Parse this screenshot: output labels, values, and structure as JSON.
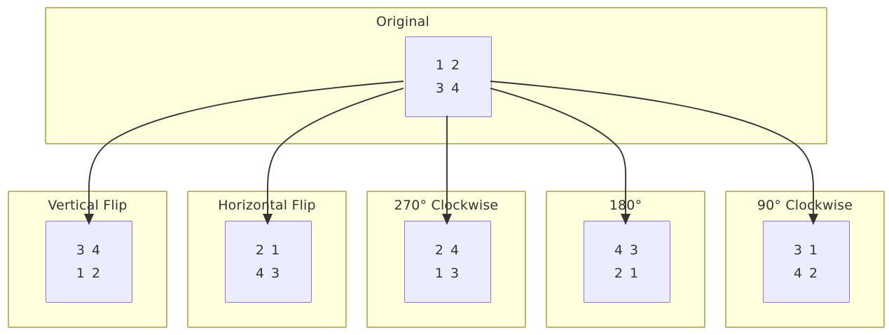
{
  "diagram": {
    "type": "flowchart",
    "title_node": {
      "group_label": "Original",
      "rows": [
        "1 2",
        "3 4"
      ]
    },
    "transforms": [
      {
        "group_label": "Vertical Flip",
        "rows": [
          "3 4",
          "1 2"
        ]
      },
      {
        "group_label": "Horizontal Flip",
        "rows": [
          "2 1",
          "4 3"
        ]
      },
      {
        "group_label": "270° Clockwise",
        "rows": [
          "2 4",
          "1 3"
        ]
      },
      {
        "group_label": "180°",
        "rows": [
          "4 3",
          "2 1"
        ]
      },
      {
        "group_label": "90° Clockwise",
        "rows": [
          "3 1",
          "4 2"
        ]
      }
    ],
    "colors": {
      "subgraph_fill": "#ffffde",
      "subgraph_border": "#bdb76b",
      "node_fill": "#ececff",
      "node_border": "#9370db",
      "text": "#333333",
      "edge": "#333333",
      "background": "#ffffff"
    },
    "edges": [
      {
        "from": "Original",
        "to": "Vertical Flip"
      },
      {
        "from": "Original",
        "to": "Horizontal Flip"
      },
      {
        "from": "Original",
        "to": "270° Clockwise"
      },
      {
        "from": "Original",
        "to": "180°"
      },
      {
        "from": "Original",
        "to": "90° Clockwise"
      }
    ]
  }
}
